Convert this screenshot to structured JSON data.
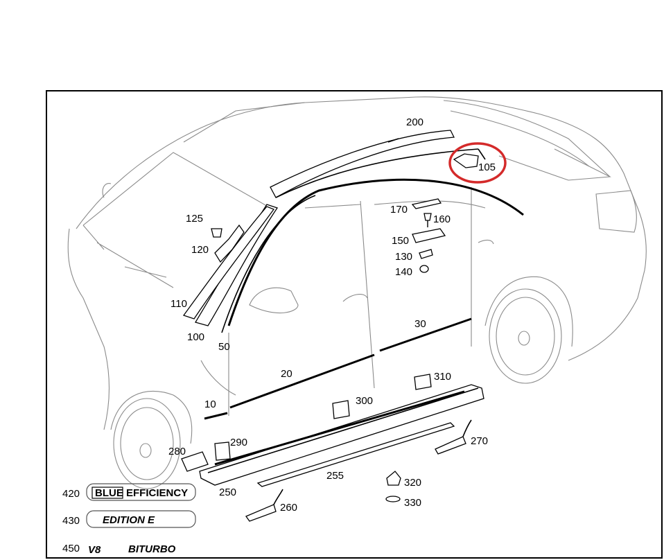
{
  "callouts": [
    {
      "id": "200",
      "label": "200"
    },
    {
      "id": "105",
      "label": "105"
    },
    {
      "id": "170",
      "label": "170"
    },
    {
      "id": "160",
      "label": "160"
    },
    {
      "id": "150",
      "label": "150"
    },
    {
      "id": "130",
      "label": "130"
    },
    {
      "id": "140",
      "label": "140"
    },
    {
      "id": "125",
      "label": "125"
    },
    {
      "id": "120",
      "label": "120"
    },
    {
      "id": "110",
      "label": "110"
    },
    {
      "id": "100",
      "label": "100"
    },
    {
      "id": "50",
      "label": "50"
    },
    {
      "id": "30",
      "label": "30"
    },
    {
      "id": "20",
      "label": "20"
    },
    {
      "id": "10",
      "label": "10"
    },
    {
      "id": "310",
      "label": "310"
    },
    {
      "id": "300",
      "label": "300"
    },
    {
      "id": "290",
      "label": "290"
    },
    {
      "id": "280",
      "label": "280"
    },
    {
      "id": "270",
      "label": "270"
    },
    {
      "id": "255",
      "label": "255"
    },
    {
      "id": "250",
      "label": "250"
    },
    {
      "id": "260",
      "label": "260"
    },
    {
      "id": "320",
      "label": "320"
    },
    {
      "id": "330",
      "label": "330"
    }
  ],
  "badges": [
    {
      "number": "420",
      "text_a": "BLUE",
      "text_b": "EFFICIENCY"
    },
    {
      "number": "430",
      "text": "EDITION E"
    },
    {
      "number": "450",
      "text_a": "V8",
      "text_b": "BITURBO"
    }
  ],
  "highlight": {
    "part": "105",
    "color": "#d42a2a"
  },
  "colors": {
    "line": "#000000",
    "car_outline": "#8a8a8a",
    "background": "#ffffff"
  }
}
